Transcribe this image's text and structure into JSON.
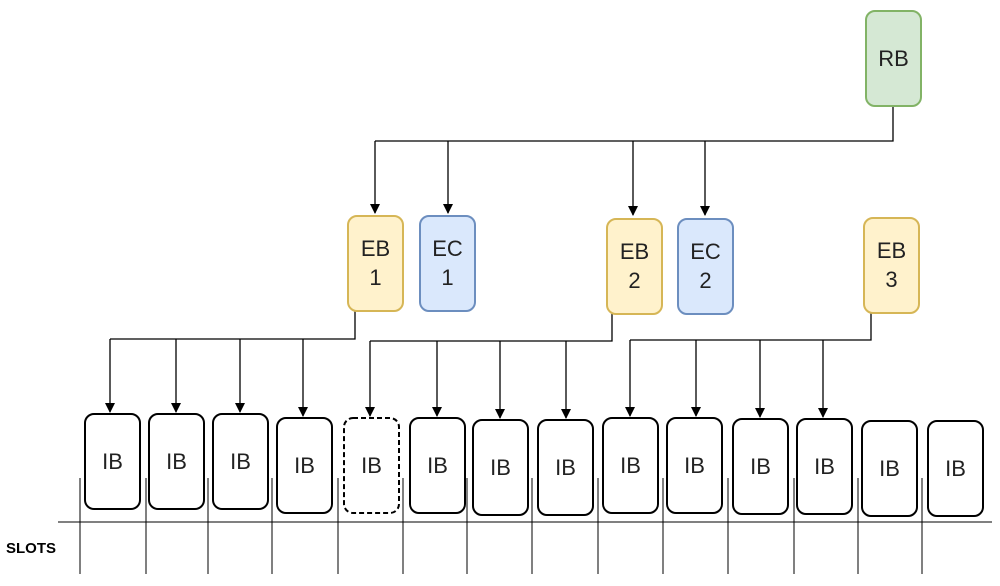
{
  "colors": {
    "rb_fill": "#d5e8d4",
    "rb_stroke": "#82b366",
    "eb_fill": "#fff2cc",
    "eb_stroke": "#d6b656",
    "ec_fill": "#dae8fc",
    "ec_stroke": "#6c8ebf",
    "ib_fill": "#ffffff",
    "ib_stroke": "#000000",
    "line": "#000000"
  },
  "root": {
    "label": "RB"
  },
  "endorsement_blocks": [
    {
      "line1": "EB",
      "line2": "1"
    },
    {
      "line1": "EB",
      "line2": "2"
    },
    {
      "line1": "EB",
      "line2": "3"
    }
  ],
  "endorsement_certificates": [
    {
      "line1": "EC",
      "line2": "1"
    },
    {
      "line1": "EC",
      "line2": "2"
    }
  ],
  "input_blocks": [
    {
      "label": "IB"
    },
    {
      "label": "IB"
    },
    {
      "label": "IB"
    },
    {
      "label": "IB"
    },
    {
      "label": "IB"
    },
    {
      "label": "IB"
    },
    {
      "label": "IB"
    },
    {
      "label": "IB"
    },
    {
      "label": "IB"
    },
    {
      "label": "IB"
    },
    {
      "label": "IB"
    },
    {
      "label": "IB"
    },
    {
      "label": "IB"
    },
    {
      "label": "IB"
    }
  ],
  "slots_label": "SLOTS"
}
